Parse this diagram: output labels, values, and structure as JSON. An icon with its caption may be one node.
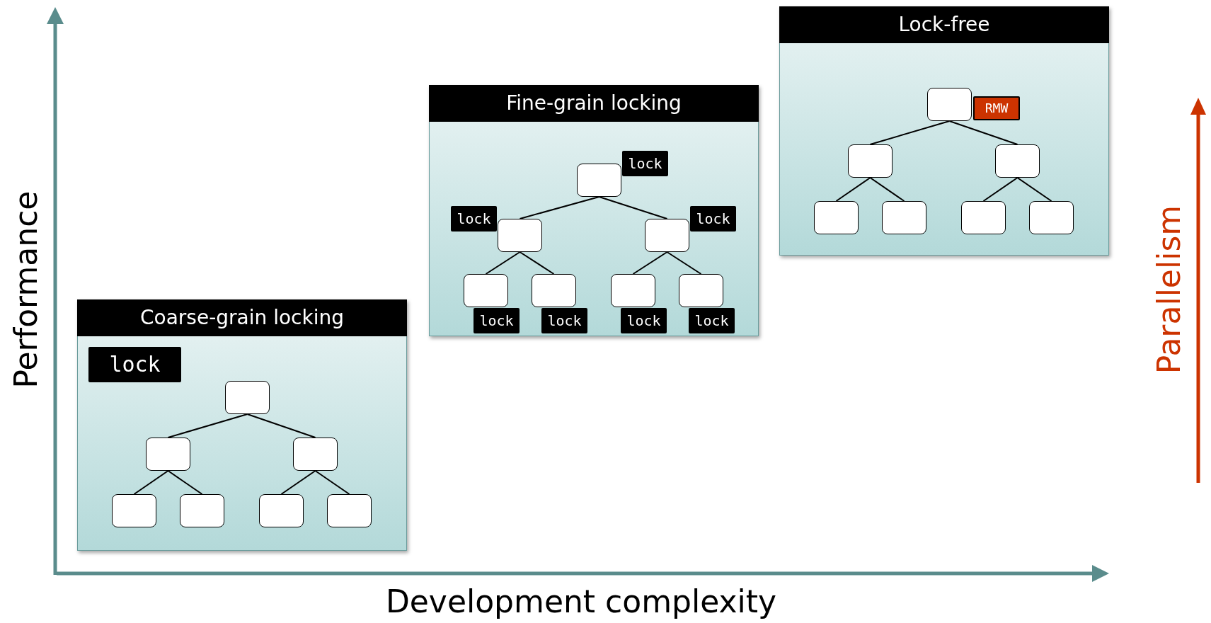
{
  "diagram": {
    "nodes": [
      {
        "text": [
          "Coarse-grain locking"
        ]
      },
      {
        "text": [
          "lock"
        ],
        "in": 0
      },
      {
        "text": [],
        "shape": "box",
        "in": 0
      },
      {
        "text": [],
        "shape": "box",
        "in": 0
      },
      {
        "text": [],
        "shape": "box",
        "in": 0
      },
      {
        "text": [],
        "shape": "box",
        "in": 0
      },
      {
        "text": [],
        "shape": "box",
        "in": 0
      },
      {
        "text": [],
        "shape": "box",
        "in": 0
      },
      {
        "text": [],
        "shape": "box",
        "in": 0
      },
      {
        "text": [
          "Fine-grain locking"
        ]
      },
      {
        "text": [],
        "shape": "box",
        "in": 9
      },
      {
        "text": [],
        "shape": "box",
        "in": 9
      },
      {
        "text": [],
        "shape": "box",
        "in": 9
      },
      {
        "text": [],
        "shape": "box",
        "in": 9
      },
      {
        "text": [],
        "shape": "box",
        "in": 9
      },
      {
        "text": [],
        "shape": "box",
        "in": 9
      },
      {
        "text": [],
        "shape": "box",
        "in": 9
      },
      {
        "text": [
          "lock"
        ],
        "in": 9
      },
      {
        "text": [
          "lock"
        ],
        "in": 9
      },
      {
        "text": [
          "lock"
        ],
        "in": 9
      },
      {
        "text": [
          "lock"
        ],
        "in": 9
      },
      {
        "text": [
          "lock"
        ],
        "in": 9
      },
      {
        "text": [
          "lock"
        ],
        "in": 9
      },
      {
        "text": [
          "lock"
        ],
        "in": 9
      },
      {
        "text": [
          "Lock-free"
        ]
      },
      {
        "text": [],
        "shape": "box",
        "in": 24
      },
      {
        "text": [],
        "shape": "box",
        "in": 24
      },
      {
        "text": [],
        "shape": "box",
        "in": 24
      },
      {
        "text": [],
        "shape": "box",
        "in": 24
      },
      {
        "text": [],
        "shape": "box",
        "in": 24
      },
      {
        "text": [],
        "shape": "box",
        "in": 24
      },
      {
        "text": [],
        "shape": "box",
        "in": 24
      },
      {
        "text": [
          "RMW"
        ],
        "in": 24
      }
    ],
    "edges": [
      {
        "from": 2,
        "to": 3,
        "arrow": "none"
      },
      {
        "from": 2,
        "to": 4,
        "arrow": "none"
      },
      {
        "from": 3,
        "to": 5,
        "arrow": "none"
      },
      {
        "from": 3,
        "to": 6,
        "arrow": "none"
      },
      {
        "from": 4,
        "to": 7,
        "arrow": "none"
      },
      {
        "from": 4,
        "to": 8,
        "arrow": "none"
      },
      {
        "from": 10,
        "to": 11,
        "arrow": "none"
      },
      {
        "from": 10,
        "to": 12,
        "arrow": "none"
      },
      {
        "from": 11,
        "to": 13,
        "arrow": "none"
      },
      {
        "from": 11,
        "to": 14,
        "arrow": "none"
      },
      {
        "from": 12,
        "to": 15,
        "arrow": "none"
      },
      {
        "from": 12,
        "to": 16,
        "arrow": "none"
      },
      {
        "from": 25,
        "to": 26,
        "arrow": "none"
      },
      {
        "from": 25,
        "to": 27,
        "arrow": "none"
      },
      {
        "from": 26,
        "to": 28,
        "arrow": "none"
      },
      {
        "from": 26,
        "to": 29,
        "arrow": "none"
      },
      {
        "from": 27,
        "to": 30,
        "arrow": "none"
      },
      {
        "from": 27,
        "to": 31,
        "arrow": "none"
      }
    ],
    "labels": [
      "Performance",
      "Parallelism",
      "Development complexity"
    ]
  }
}
